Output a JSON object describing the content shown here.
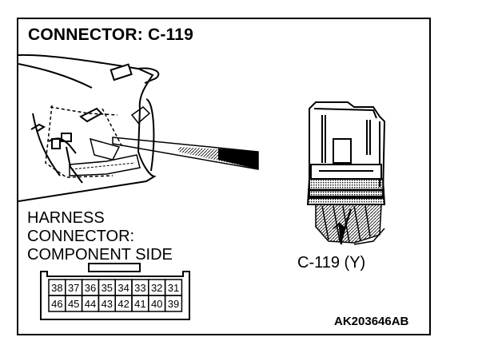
{
  "title": "CONNECTOR: C-119",
  "harness_label": {
    "line1": "HARNESS",
    "line2": "CONNECTOR:",
    "line3": "COMPONENT SIDE"
  },
  "connector_label": "C-119 (Y)",
  "figure_code": "AK203646AB",
  "pins": {
    "top_row": [
      "38",
      "37",
      "36",
      "35",
      "34",
      "33",
      "32",
      "31"
    ],
    "bottom_row": [
      "46",
      "45",
      "44",
      "43",
      "42",
      "41",
      "40",
      "39"
    ]
  }
}
